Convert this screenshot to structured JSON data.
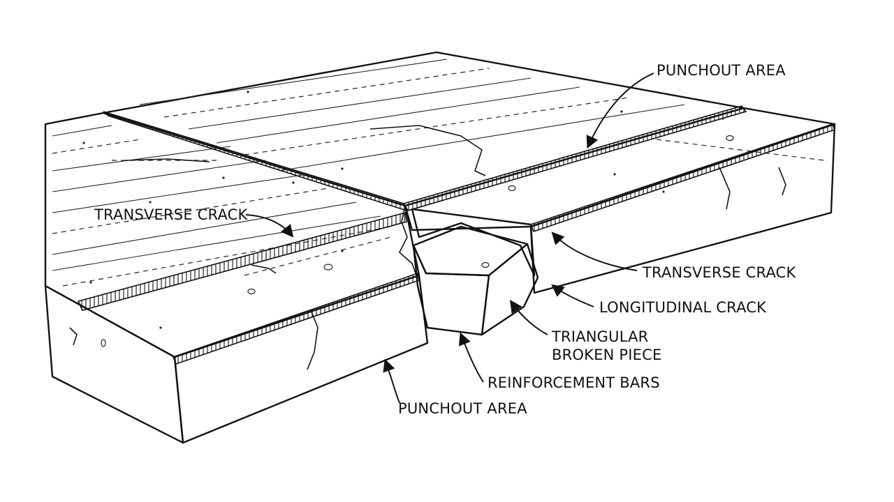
{
  "labels": {
    "punchout_top": "PUNCHOUT AREA",
    "transverse_left": "TRANSVERSE CRACK",
    "transverse_right": "TRANSVERSE CRACK",
    "longitudinal": "LONGITUDINAL CRACK",
    "triangular_line1": "TRIANGULAR",
    "triangular_line2": "BROKEN PIECE",
    "reinforcement": "REINFORCEMENT BARS",
    "punchout_bottom": "PUNCHOUT AREA"
  },
  "colors": {
    "ink": "#111111",
    "background": "#ffffff"
  }
}
